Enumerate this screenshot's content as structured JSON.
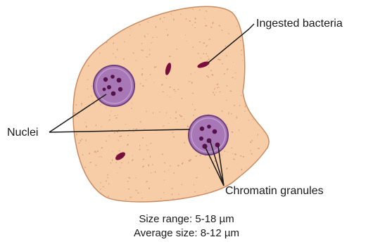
{
  "labels": {
    "ingested_bacteria": "Ingested bacteria",
    "nuclei": "Nuclei",
    "chromatin_granules": "Chromatin granules"
  },
  "caption": {
    "size_range": "Size range: 5-18 µm",
    "average_size": "Average size: 8-12 µm"
  },
  "colors": {
    "cytoplasm": "#f7cda7",
    "cytoplasm_outline": "#c98b62",
    "speckle": "#d8a37a",
    "nucleus": "#a778b5",
    "nucleus_outline": "#6e3f7e",
    "granule": "#55124a",
    "bacteria": "#7a0f3e"
  }
}
